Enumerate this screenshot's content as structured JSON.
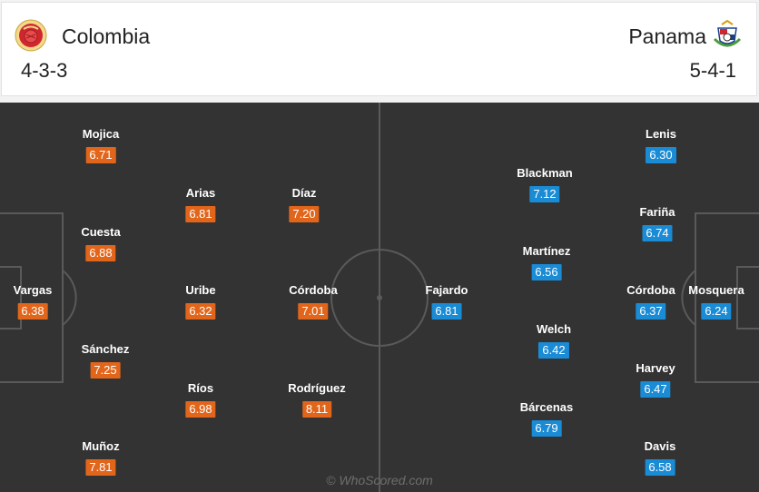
{
  "home": {
    "name": "Colombia",
    "formation": "4-3-3",
    "crest_icon": "colombia-crest-icon",
    "players": [
      {
        "name": "Mojica",
        "rating": "6.71"
      },
      {
        "name": "Arias",
        "rating": "6.81"
      },
      {
        "name": "Díaz",
        "rating": "7.20"
      },
      {
        "name": "Cuesta",
        "rating": "6.88"
      },
      {
        "name": "Vargas",
        "rating": "6.38"
      },
      {
        "name": "Uribe",
        "rating": "6.32"
      },
      {
        "name": "Córdoba",
        "rating": "7.01"
      },
      {
        "name": "Sánchez",
        "rating": "7.25"
      },
      {
        "name": "Ríos",
        "rating": "6.98"
      },
      {
        "name": "Rodríguez",
        "rating": "8.11"
      },
      {
        "name": "Muñoz",
        "rating": "7.81"
      }
    ]
  },
  "away": {
    "name": "Panama",
    "formation": "5-4-1",
    "crest_icon": "panama-crest-icon",
    "players": [
      {
        "name": "Lenis",
        "rating": "6.30"
      },
      {
        "name": "Blackman",
        "rating": "7.12"
      },
      {
        "name": "Fariña",
        "rating": "6.74"
      },
      {
        "name": "Martínez",
        "rating": "6.56"
      },
      {
        "name": "Fajardo",
        "rating": "6.81"
      },
      {
        "name": "Córdoba",
        "rating": "6.37"
      },
      {
        "name": "Mosquera",
        "rating": "6.24"
      },
      {
        "name": "Welch",
        "rating": "6.42"
      },
      {
        "name": "Harvey",
        "rating": "6.47"
      },
      {
        "name": "Bárcenas",
        "rating": "6.79"
      },
      {
        "name": "Davis",
        "rating": "6.58"
      }
    ]
  },
  "watermark": "© WhoScored.com",
  "colors": {
    "pitch": "#333333",
    "home_rating": "#e1661b",
    "away_rating": "#1a8bd5"
  }
}
